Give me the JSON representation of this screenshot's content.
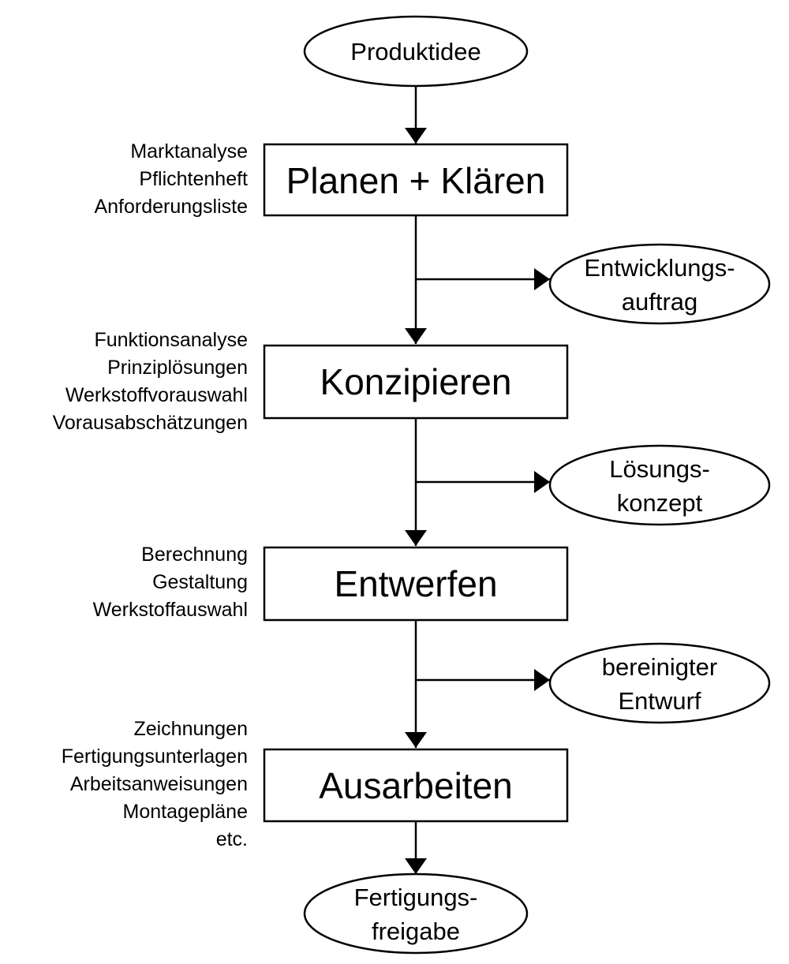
{
  "start": {
    "label": "Produktidee"
  },
  "stages": [
    {
      "title": "Planen + Klären",
      "notes": [
        "Marktanalyse",
        "Pflichtenheft",
        "Anforderungsliste"
      ]
    },
    {
      "title": "Konzipieren",
      "notes": [
        "Funktionsanalyse",
        "Prinziplösungen",
        "Werkstoffvorauswahl",
        "Vorausabschätzungen"
      ]
    },
    {
      "title": "Entwerfen",
      "notes": [
        "Berechnung",
        "Gestaltung",
        "Werkstoffauswahl"
      ]
    },
    {
      "title": "Ausarbeiten",
      "notes": [
        "Zeichnungen",
        "Fertigungsunterlagen",
        "Arbeitsanweisungen",
        "Montagepläne",
        "etc."
      ]
    }
  ],
  "outputs": [
    {
      "lines": [
        "Entwicklungs-",
        "auftrag"
      ]
    },
    {
      "lines": [
        "Lösungs-",
        "konzept"
      ]
    },
    {
      "lines": [
        "bereinigter",
        "Entwurf"
      ]
    }
  ],
  "end": {
    "lines": [
      "Fertigungs-",
      "freigabe"
    ]
  }
}
